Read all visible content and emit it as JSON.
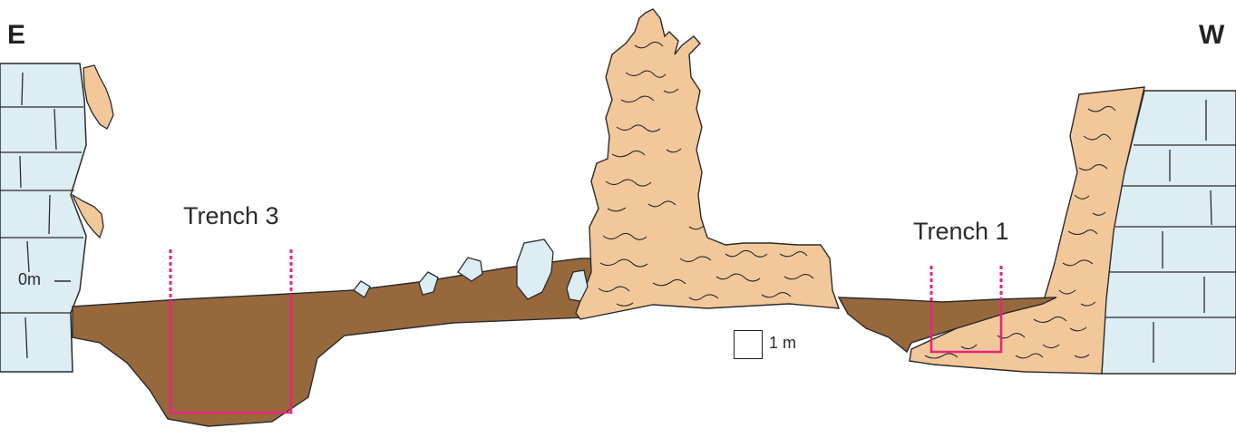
{
  "orientation": {
    "left": "E",
    "right": "W"
  },
  "trenches": [
    {
      "label": "Trench 3"
    },
    {
      "label": "Trench 1"
    }
  ],
  "reference_level": "0m",
  "scale": {
    "label": "1 m"
  },
  "colors": {
    "wall": "#dcedf3",
    "sediment": "#98683d",
    "flowstone": "#f2c89a",
    "trench_outline": "#e6267e",
    "outline": "#2b2b2b"
  }
}
